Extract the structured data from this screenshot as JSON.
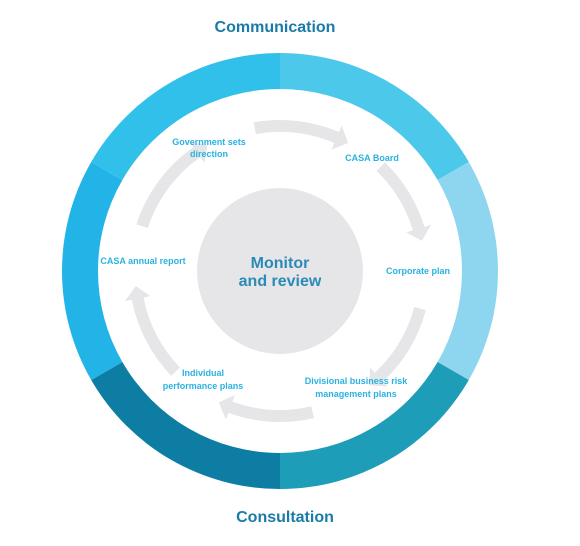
{
  "diagram": {
    "top_label": "Communication",
    "bottom_label": "Consultation",
    "center_label_line1": "Monitor",
    "center_label_line2": "and review",
    "steps": [
      {
        "line1": "Government sets",
        "line2": "direction"
      },
      {
        "line1": "CASA Board",
        "line2": ""
      },
      {
        "line1": "Corporate plan",
        "line2": ""
      },
      {
        "line1": "Divisional business risk",
        "line2": "management plans"
      },
      {
        "line1": "Individual",
        "line2": "performance plans"
      },
      {
        "line1": "CASA annual report",
        "line2": ""
      }
    ],
    "colors": {
      "ring_top_left": "#30c0ea",
      "ring_top_right": "#4cc8ea",
      "ring_right": "#8ed6f0",
      "ring_bottom_right": "#1e9db8",
      "ring_bottom_left": "#0d7da4",
      "ring_left": "#22b4e6",
      "label_text": "#1a7aa8",
      "step_text": "#2ab2e0",
      "center_text": "#2a8ab8",
      "center_fill": "#e6e6e8",
      "arrow_fill": "#e6e6e8"
    }
  }
}
